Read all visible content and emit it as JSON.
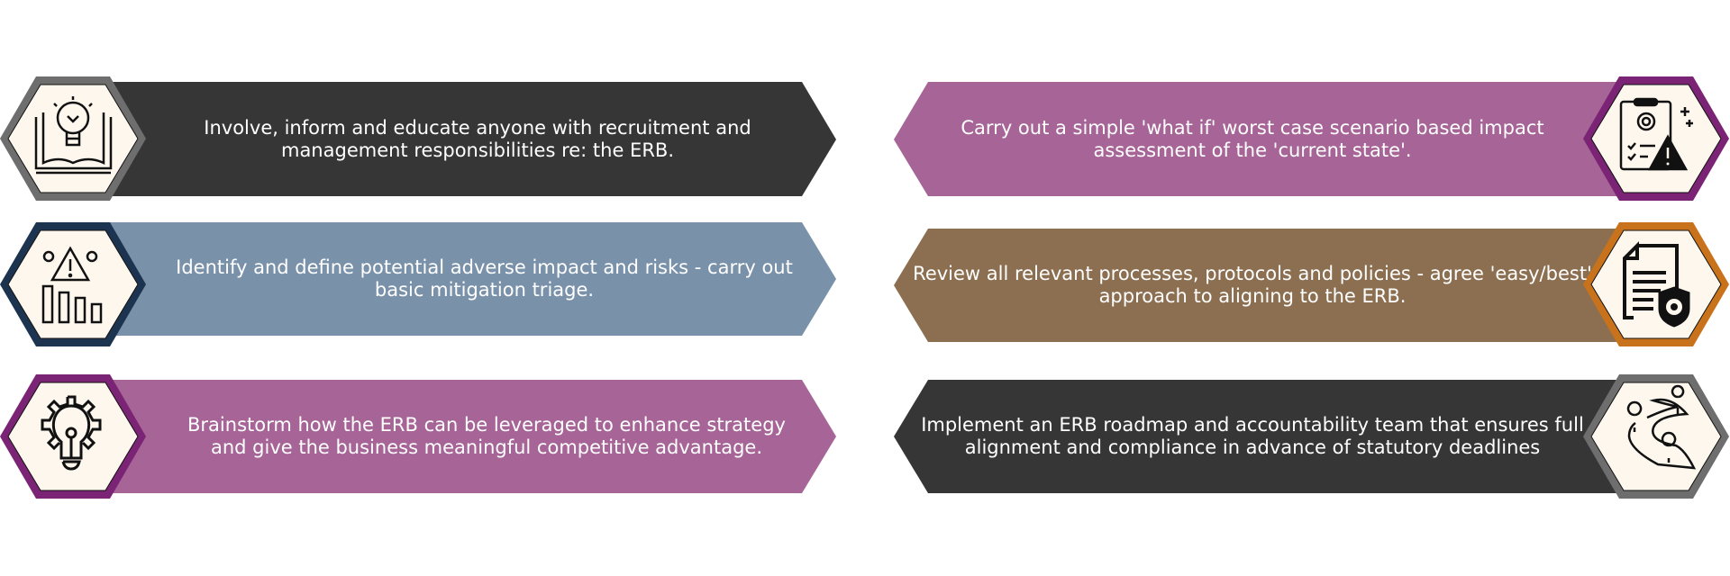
{
  "steps": [
    {
      "text": "Involve, inform and educate anyone with recruitment and management responsibilities re: the ERB.",
      "color": "#363636",
      "border": "#6e6e6e",
      "icon": "lightbulb-book-icon"
    },
    {
      "text": "Identify and define potential adverse impact and risks - carry out basic mitigation triage.",
      "color": "#7a91aa",
      "border": "#1c3450",
      "icon": "warning-chart-icon"
    },
    {
      "text": "Brainstorm how the ERB can be leveraged to enhance strategy and give the business meaningful competitive advantage.",
      "color": "#a66497",
      "border": "#7b2374",
      "icon": "gear-lightbulb-icon"
    },
    {
      "text": "Carry out a simple 'what if' worst case scenario based impact assessment of the 'current state'.",
      "color": "#a66497",
      "border": "#7b2374",
      "icon": "clipboard-warning-icon"
    },
    {
      "text": "Review all relevant processes, protocols and policies - agree 'easy/best' approach to aligning to the ERB.",
      "color": "#8c6f51",
      "border": "#c8721c",
      "icon": "document-shield-icon"
    },
    {
      "text": "Implement an ERB roadmap and accountability team that ensures full alignment and compliance in advance of statutory deadlines",
      "color": "#363636",
      "border": "#6e6e6e",
      "icon": "roadmap-icon"
    }
  ]
}
